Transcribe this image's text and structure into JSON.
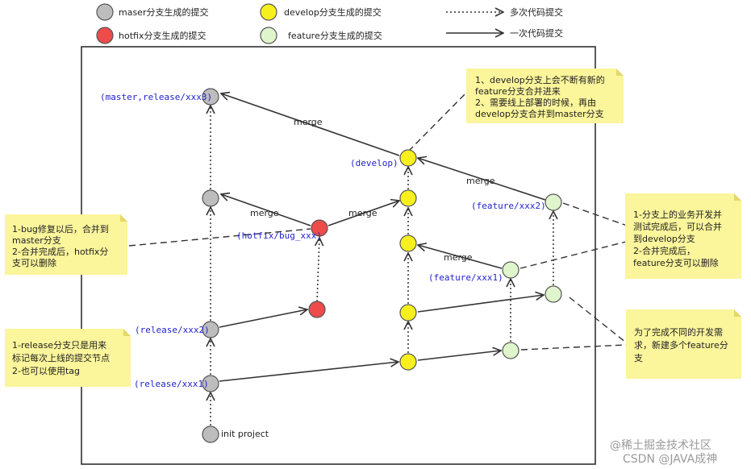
{
  "legend": {
    "master": "maser分支生成的提交",
    "develop": "develop分支生成的提交",
    "hotfix": "hotfix分支生成的提交",
    "feature": "feature分支生成的提交",
    "multi": "多次代码提交",
    "single": "一次代码提交"
  },
  "colors": {
    "master": "#bdbdbd",
    "develop": "#f7f01e",
    "hotfix": "#ee4b4b",
    "feature": "#dff5cc",
    "note": "#fbf59b",
    "label": "#2222cc"
  },
  "labels": {
    "master_release3": "(master,release/xxx3)",
    "develop": "(develop)",
    "hotfix": "(hotfix/bug_xxx)",
    "feature2": "(feature/xxx2)",
    "feature1": "(feature/xxx1)",
    "release2": "(release/xxx2)",
    "release1": "(release/xxx1)",
    "init": "init project",
    "merge": "merge"
  },
  "notes": {
    "top": [
      "1、develop分支上会不断有新的",
      "feature分支合并进来",
      "2、需要线上部署的时候，再由",
      "develop分支合并到master分支"
    ],
    "hotfix": [
      "1-bug修复以后，合并到",
      "master分支",
      "2-合并完成后，hotfix分",
      "支可以删除"
    ],
    "release": [
      "1-release分支只是用来",
      "标记每次上线的提交节点",
      "2-也可以使用tag"
    ],
    "feature_right": [
      "1-分支上的业务开发并",
      "测试完成后，可以合并",
      "到develop分支",
      "2-合并完成后，",
      "feature分支可以删除"
    ],
    "feature_new": [
      "为了完成不同的开发需",
      "求，新建多个feature分",
      "支"
    ]
  },
  "watermark": {
    "line1": "@稀土掘金技术社区",
    "line2": "CSDN @JAVA成神"
  }
}
